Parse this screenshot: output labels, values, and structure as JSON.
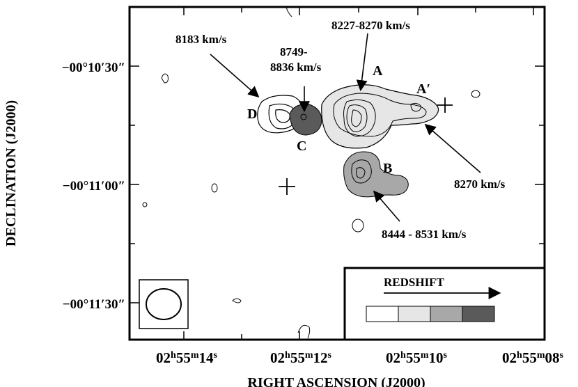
{
  "axes": {
    "xlabel": "RIGHT ASCENSION (J2000)",
    "ylabel": "DECLINATION (J2000)",
    "x_ticks": [
      {
        "h": "02",
        "m": "55",
        "s": "14"
      },
      {
        "h": "02",
        "m": "55",
        "s": "12"
      },
      {
        "h": "02",
        "m": "55",
        "s": "10"
      },
      {
        "h": "02",
        "m": "55",
        "s": "08"
      }
    ],
    "y_ticks": [
      "−00°10′30″",
      "−00°11′00″",
      "−00°11′30″"
    ]
  },
  "components": {
    "A": "A",
    "A_prime": "A′",
    "B": "B",
    "C": "C",
    "D": "D"
  },
  "velocities": {
    "D": "8183 km/s",
    "C_line1": "8749-",
    "C_line2": "8836 km/s",
    "A": "8227-8270 km/s",
    "A_prime": "8270 km/s",
    "B": "8444 - 8531 km/s"
  },
  "legend": {
    "title": "REDSHIFT",
    "colors": [
      "#ffffff",
      "#e6e6e6",
      "#a8a8a8",
      "#5a5a5a"
    ]
  }
}
